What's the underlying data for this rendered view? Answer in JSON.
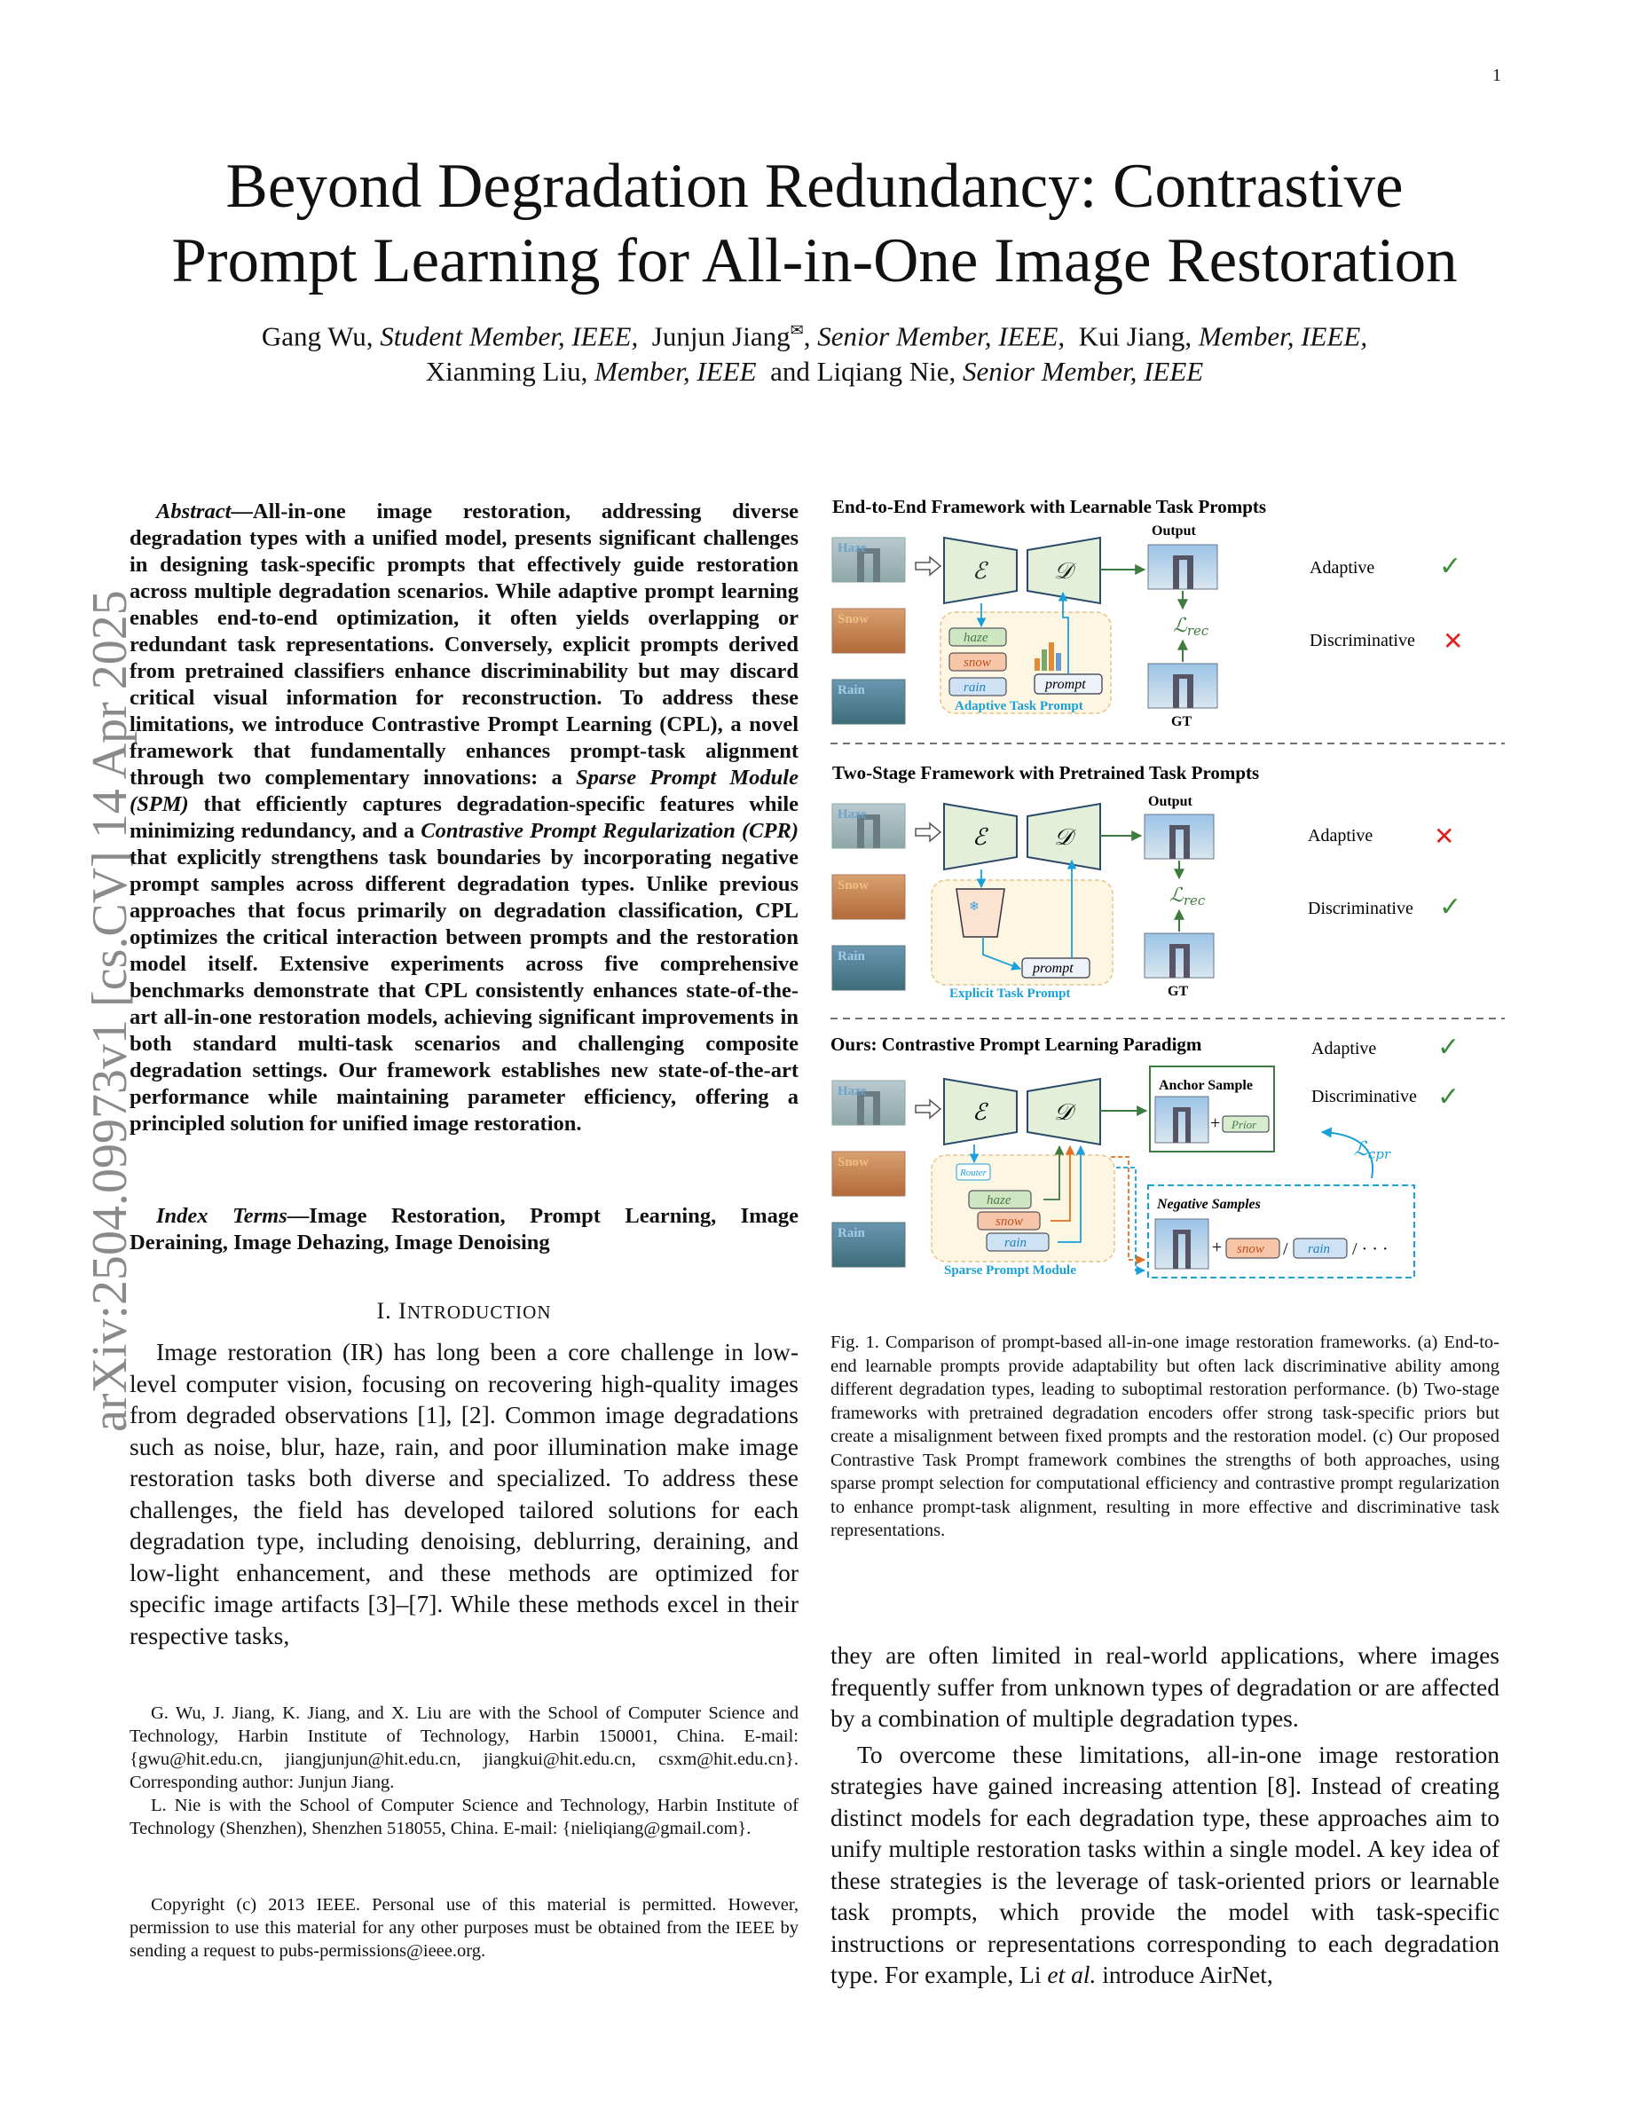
{
  "page_number": "1",
  "arxiv_stamp": "arXiv:2504.09973v1  [cs.CV]  14 Apr 2025",
  "title_line1": "Beyond Degradation Redundancy: Contrastive",
  "title_line2": "Prompt Learning for All-in-One Image Restoration",
  "authors": {
    "a1_name": "Gang Wu, ",
    "a1_role": "Student Member, IEEE,",
    "a2_name": "Junjun Jiang",
    "a2_mark": "✉",
    "a2_role": "Senior Member, IEEE,",
    "a3_name": "Kui Jiang, ",
    "a3_role": "Member, IEEE,",
    "a4_name": "Xianming Liu, ",
    "a4_role": "Member, IEEE",
    "a5_name": "and Liqiang Nie, ",
    "a5_role": "Senior Member, IEEE"
  },
  "abstract": {
    "lead": "Abstract",
    "dash": "—",
    "part1": "All-in-one image restoration, addressing diverse degradation types with a unified model, presents significant challenges in designing task-specific prompts that effectively guide restoration across multiple degradation scenarios. While adaptive prompt learning enables end-to-end optimization, it often yields overlapping or redundant task representations. Conversely, explicit prompts derived from pretrained classifiers enhance discriminability but may discard critical visual information for reconstruction. To address these limitations, we introduce Contrastive Prompt Learning (CPL), a novel framework that fundamentally enhances prompt-task alignment through two complementary innovations: a ",
    "spm": "Sparse Prompt Module (SPM)",
    "part2": " that efficiently captures degradation-specific features while minimizing redundancy, and a ",
    "cpr": "Contrastive Prompt Regularization (CPR)",
    "part3": " that explicitly strengthens task boundaries by incorporating negative prompt samples across different degradation types. Unlike previous approaches that focus primarily on degradation classification, CPL optimizes the critical interaction between prompts and the restoration model itself. Extensive experiments across five comprehensive benchmarks demonstrate that CPL consistently enhances state-of-the-art all-in-one restoration models, achieving significant improvements in both standard multi-task scenarios and challenging composite degradation settings. Our framework establishes new state-of-the-art performance while maintaining parameter efficiency, offering a principled solution for unified image restoration."
  },
  "index_terms": {
    "lead": "Index Terms",
    "text": "—Image Restoration, Prompt Learning, Image Deraining, Image Dehazing, Image Denoising"
  },
  "section_intro": "I. I",
  "section_intro_rest": "NTRODUCTION",
  "intro_paragraph": "Image restoration (IR) has long been a core challenge in low-level computer vision, focusing on recovering high-quality images from degraded observations [1], [2]. Common image degradations such as noise, blur, haze, rain, and poor illumination make image restoration tasks both diverse and specialized. To address these challenges, the field has developed tailored solutions for each degradation type, including denoising, deblurring, deraining, and low-light enhancement, and these methods are optimized for specific image artifacts [3]–[7]. While these methods excel in their respective tasks,",
  "footnote_1": "G. Wu, J. Jiang, K. Jiang, and X. Liu are with the School of Computer Science and Technology, Harbin Institute of Technology, Harbin 150001, China. E-mail: {gwu@hit.edu.cn, jiangjunjun@hit.edu.cn, jiangkui@hit.edu.cn, csxm@hit.edu.cn}. Corresponding author: Junjun Jiang.",
  "footnote_2": "L. Nie is with the School of Computer Science and Technology, Harbin Institute of Technology (Shenzhen), Shenzhen 518055, China. E-mail: {nieliqiang@gmail.com}.",
  "copyright": "Copyright (c) 2013 IEEE. Personal use of this material is permitted. However, permission to use this material for any other purposes must be obtained from the IEEE by sending a request to pubs-permissions@ieee.org.",
  "figure": {
    "panel_a_title": "End-to-End Framework with Learnable Task Prompts",
    "panel_b_title": "Two-Stage Framework with Pretrained Task Prompts",
    "panel_c_title": "Ours: Contrastive Prompt Learning Paradigm",
    "haze": "Haze",
    "snow": "Snow",
    "rain": "Rain",
    "encoder": "ℰ",
    "decoder": "𝒟",
    "output": "Output",
    "gt": "GT",
    "loss_rec": "ℒ",
    "loss_rec_sub": "rec",
    "loss_cpr": "ℒ",
    "loss_cpr_sub": "cpr",
    "adaptive": "Adaptive",
    "discriminative": "Discriminative",
    "check": "✓",
    "cross": "✕",
    "prompt_haze": "haze",
    "prompt_snow": "snow",
    "prompt_rain": "rain",
    "prompt": "prompt",
    "adaptive_task_prompt": "Adaptive Task Prompt",
    "explicit_task_prompt": "Explicit Task Prompt",
    "sparse_prompt_module": "Sparse Prompt Module",
    "router": "Router",
    "anchor_sample": "Anchor Sample",
    "prior": "Prior",
    "negative_samples": "Negative Samples",
    "plus": "+",
    "slash": "/",
    "ellipsis": "/ · · ·",
    "colors": {
      "encoder_fill": "#e3efd9",
      "prompt_panel": "#fdf6e3",
      "accent_blue": "#1aa0d8",
      "check_green": "#3a8a3a",
      "cross_red": "#e02020"
    }
  },
  "caption": "Fig. 1.  Comparison of prompt-based all-in-one image restoration frameworks. (a) End-to-end learnable prompts provide adaptability but often lack discriminative ability among different degradation types, leading to suboptimal restoration performance. (b) Two-stage frameworks with pretrained degradation encoders offer strong task-specific priors but create a misalignment between fixed prompts and the restoration model. (c) Our proposed Contrastive Task Prompt framework combines the strengths of both approaches, using sparse prompt selection for computational efficiency and contrastive prompt regularization to enhance prompt-task alignment, resulting in more effective and discriminative task representations.",
  "right_para1": "they are often limited in real-world applications, where images frequently suffer from unknown types of degradation or are affected by a combination of multiple degradation types.",
  "right_para2_a": "To overcome these limitations, all-in-one image restoration strategies have gained increasing attention [8]. Instead of creating distinct models for each degradation type, these approaches aim to unify multiple restoration tasks within a single model. A key idea of these strategies is the leverage of task-oriented priors or learnable task prompts, which provide the model with task-specific instructions or representations corresponding to each degradation type. For example, Li ",
  "right_para2_etal": "et al.",
  "right_para2_b": " introduce AirNet,"
}
